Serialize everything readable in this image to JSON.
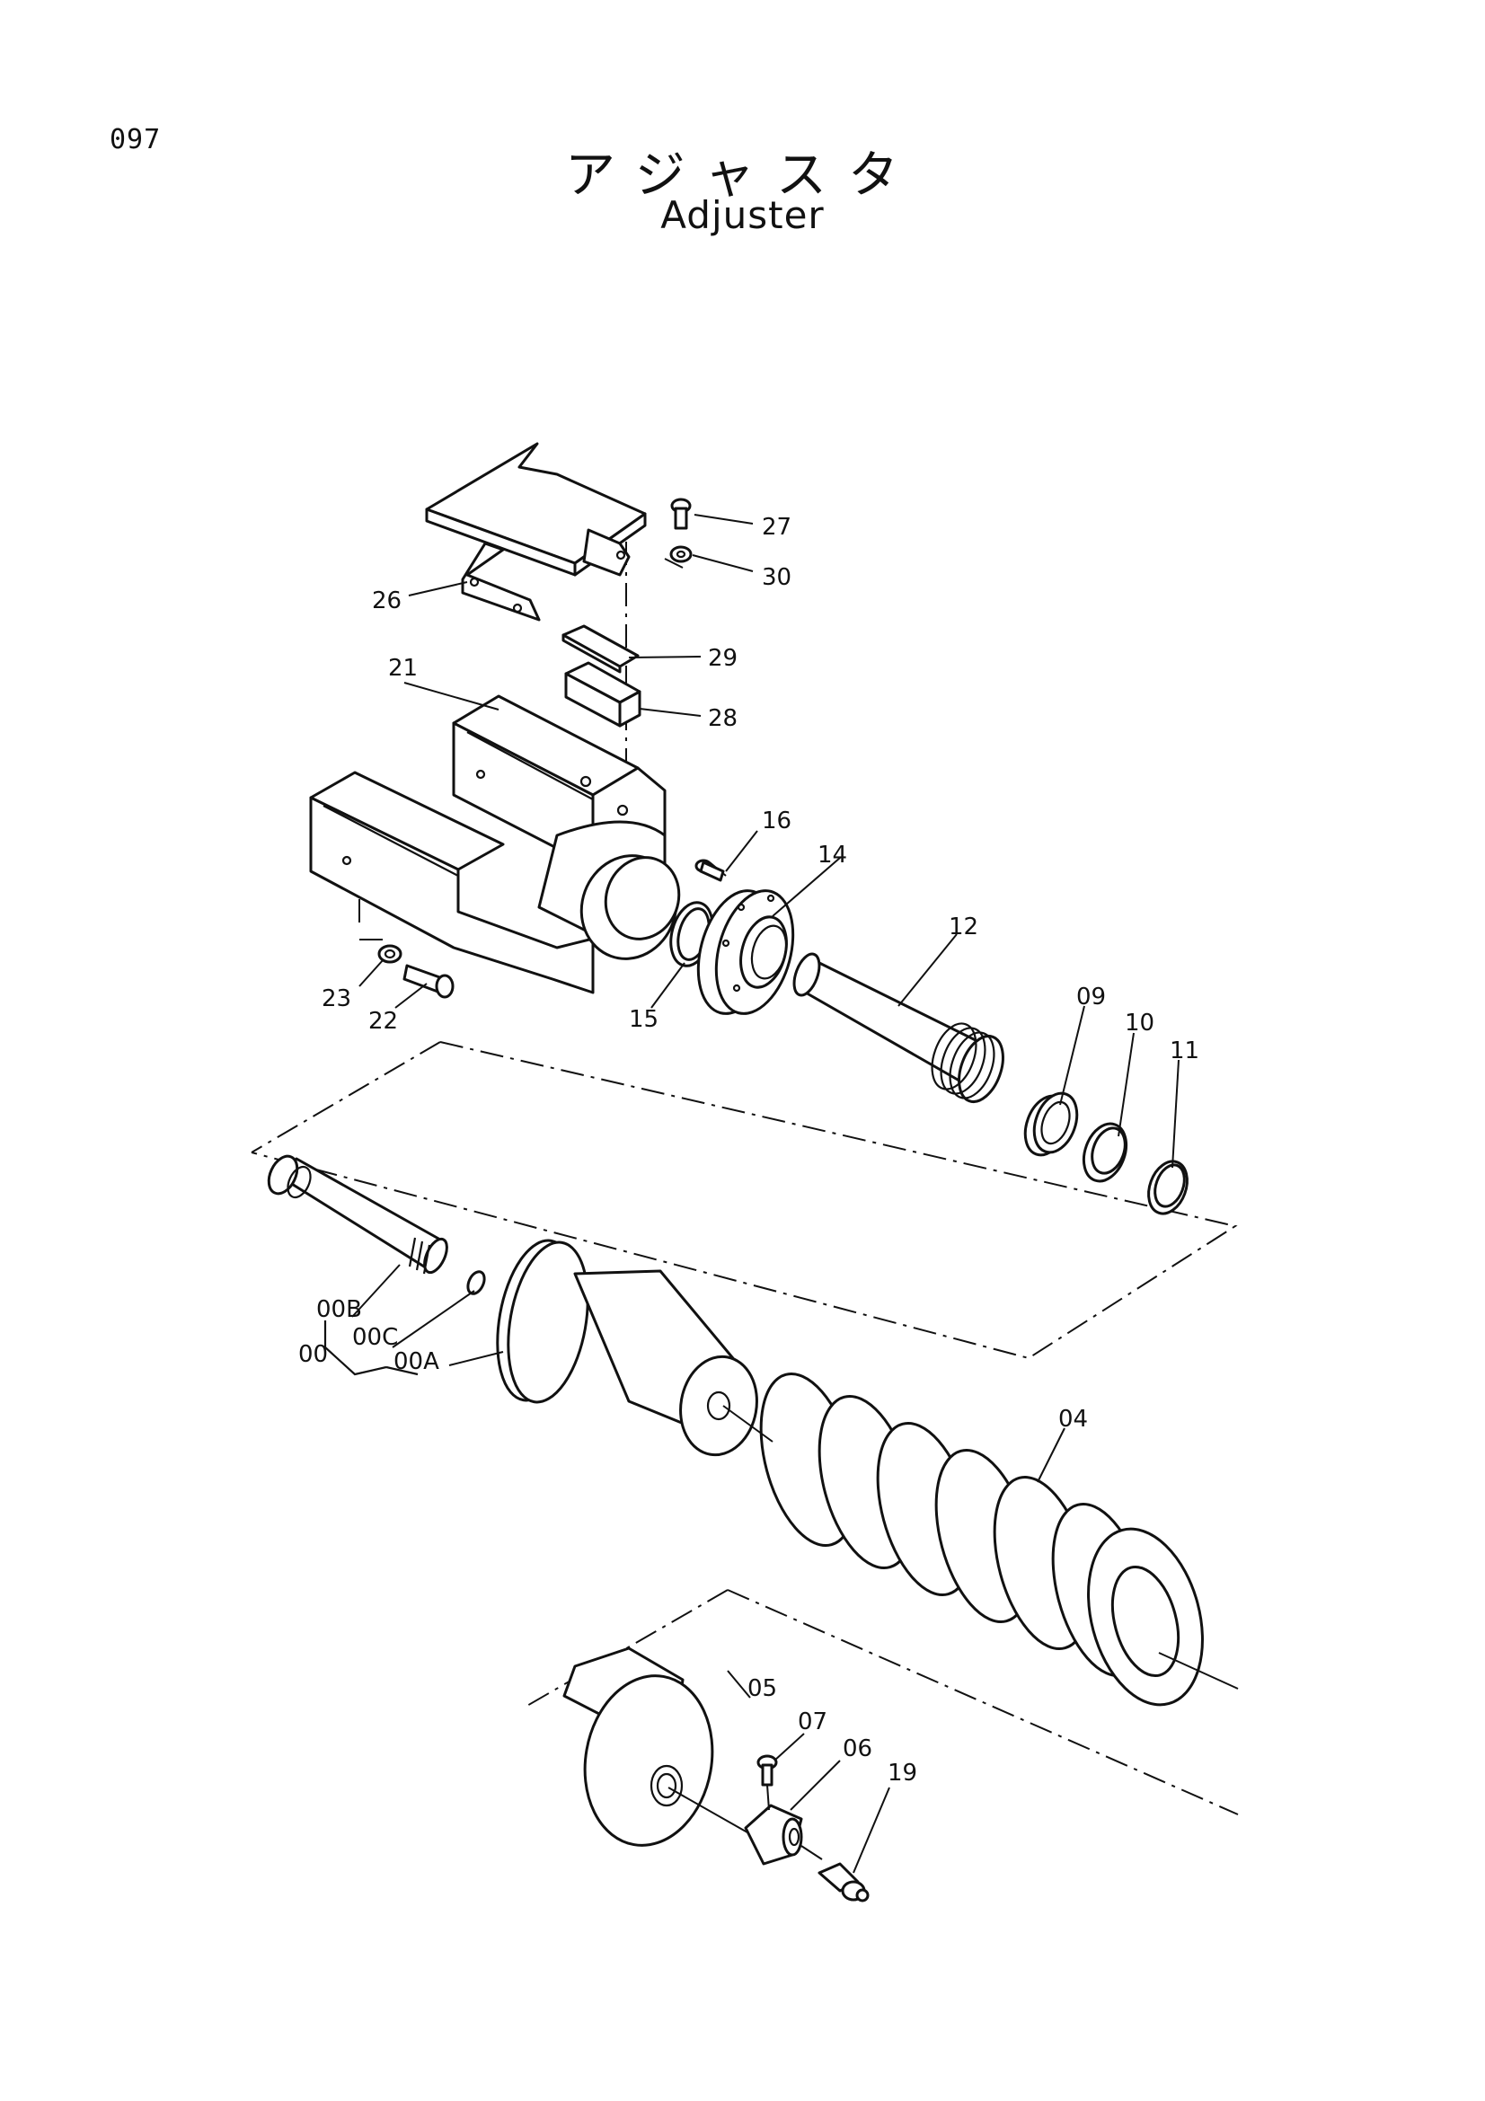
{
  "page": {
    "number": "097",
    "title_jp": "アジャスタ",
    "title_en": "Adjuster"
  },
  "part_labels": {
    "p27": "27",
    "p30": "30",
    "p26": "26",
    "p29": "29",
    "p28": "28",
    "p21": "21",
    "p16": "16",
    "p14": "14",
    "p12": "12",
    "p23": "23",
    "p22": "22",
    "p15": "15",
    "p09": "09",
    "p10": "10",
    "p11": "11",
    "p00B": "00B",
    "p00C": "00C",
    "p00": "00",
    "p00A": "00A",
    "p04": "04",
    "p05": "05",
    "p07": "07",
    "p06": "06",
    "p19": "19"
  }
}
